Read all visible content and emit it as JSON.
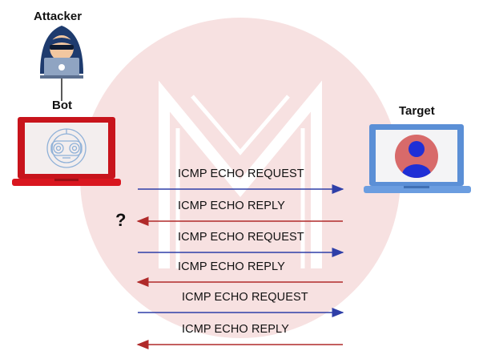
{
  "nodes": {
    "attacker_label": "Attacker",
    "bot_label": "Bot",
    "target_label": "Target"
  },
  "unknown_marker": "?",
  "messages": [
    {
      "text": "ICMP ECHO REQUEST",
      "direction": "right"
    },
    {
      "text": "ICMP ECHO REPLY",
      "direction": "left"
    },
    {
      "text": "ICMP ECHO REQUEST",
      "direction": "right"
    },
    {
      "text": "ICMP ECHO REPLY",
      "direction": "left"
    },
    {
      "text": "ICMP ECHO REQUEST",
      "direction": "right"
    },
    {
      "text": "ICMP ECHO REPLY",
      "direction": "left"
    }
  ],
  "colors": {
    "request_arrow": "#2f3fa8",
    "reply_arrow": "#b02a2a",
    "bot_laptop": "#c8141c",
    "target_laptop": "#5b8fd6",
    "target_avatar_bg": "#d86a6a",
    "target_avatar_fg": "#1f2fd6",
    "attacker_hood": "#1e3b6e",
    "watermark": "#f6dede"
  },
  "icons": {
    "attacker": "hacker-icon",
    "bot": "robot-laptop-icon",
    "target": "user-laptop-icon",
    "watermark": "m-logo-watermark"
  }
}
